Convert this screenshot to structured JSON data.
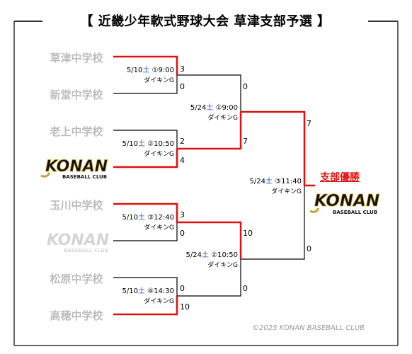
{
  "title": "【 近畿少年軟式野球大会 草津支部予選 】",
  "teams": [
    {
      "name": "草津中学校"
    },
    {
      "name": "新堂中学校"
    },
    {
      "name": "老上中学校"
    },
    {
      "name": "KONAN",
      "logo_text": "KONAN",
      "logo_sub": "BASEBALL CLUB"
    },
    {
      "name": "玉川中学校"
    },
    {
      "name": "KONAN",
      "logo_text": "KONAN",
      "logo_sub": "BASEBALL CLUB"
    },
    {
      "name": "松原中学校"
    },
    {
      "name": "高穂中学校"
    }
  ],
  "round1": [
    {
      "date": "5/10",
      "day": "土",
      "time": "①9:00",
      "venue": "ダイキンG",
      "score_top": "3",
      "score_bottom": "0"
    },
    {
      "date": "5/10",
      "day": "土",
      "time": "②10:50",
      "venue": "ダイキンG",
      "score_top": "2",
      "score_bottom": "4"
    },
    {
      "date": "5/10",
      "day": "土",
      "time": "③12:40",
      "venue": "ダイキンG",
      "score_top": "3",
      "score_bottom": "0"
    },
    {
      "date": "5/10",
      "day": "土",
      "time": "④14:30",
      "venue": "ダイキンG",
      "score_top": "0",
      "score_bottom": "10"
    }
  ],
  "semis": [
    {
      "date": "5/24",
      "day": "土",
      "time": "①9:00",
      "venue": "ダイキンG",
      "score_top": "0",
      "score_bottom": "7"
    },
    {
      "date": "5/24",
      "day": "土",
      "time": "②10:50",
      "venue": "ダイキンG",
      "score_top": "10",
      "score_bottom": "0"
    }
  ],
  "final": {
    "date": "5/24",
    "day": "土",
    "time": "③11:40",
    "venue": "ダイキンG",
    "score_top": "7",
    "score_bottom": "0"
  },
  "champion": {
    "label": "支部優勝",
    "logo_text": "KONAN",
    "logo_sub": "BASEBALL CLUB"
  },
  "copyright": "©2025 KONAN BASEBALL CLUB",
  "colors": {
    "win_line": "#e01010",
    "line": "#000000",
    "team_gray": "#bdbdbd",
    "saturday": "#1a57c9",
    "logo_gold": "#c9a227"
  }
}
